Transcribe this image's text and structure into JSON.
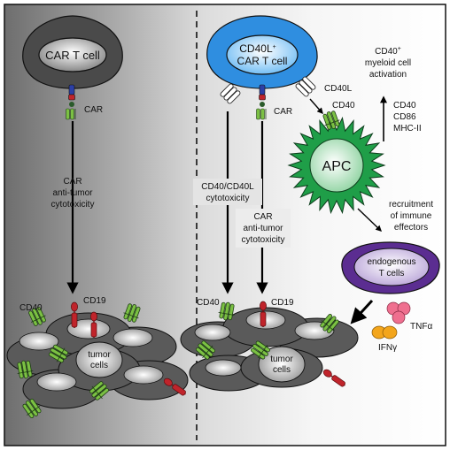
{
  "left": {
    "cell_label": "CAR T cell",
    "car_label": "CAR",
    "arrow_text": [
      "CAR",
      "anti-tumor",
      "cytotoxicity"
    ],
    "cd40_label": "CD40",
    "cd19_label": "CD19",
    "tumor_label": [
      "tumor",
      "cells"
    ]
  },
  "right": {
    "cell_label": [
      "CD40L",
      "+",
      "CAR T cell"
    ],
    "cd40l_label": "CD40L",
    "car_label": "CAR",
    "cd40_on_apc": "CD40",
    "apc_label": "APC",
    "activation_text": [
      "CD40",
      "+",
      "myeloid cell",
      "activation"
    ],
    "markers": [
      "CD40",
      "CD86",
      "MHC-II"
    ],
    "recruitment_text": [
      "recruitment",
      "of immune",
      "effectors"
    ],
    "endogenous_label": [
      "endogenous",
      "T cells"
    ],
    "cd40_cd40l_text": [
      "CD40/CD40L",
      "cytotoxicity"
    ],
    "car_arrow_text": [
      "CAR",
      "anti-tumor",
      "cytotoxicity"
    ],
    "cd40_label": "CD40",
    "cd19_label": "CD19",
    "tumor_label": [
      "tumor",
      "cells"
    ],
    "tnf_label": "TNFα",
    "ifn_label": "IFNγ"
  },
  "colors": {
    "car_t_cell": "#4a4a4a",
    "cd40l_car_t_cell": "#2f8ee0",
    "apc": "#1f9e48",
    "endogenous_t_cell": "#5b2d91",
    "cd40": "#7bc043",
    "cd19": "#c0242b",
    "tnf": "#ef6f8f",
    "ifn": "#f3a51b",
    "tumor": "#5a5a5a"
  }
}
